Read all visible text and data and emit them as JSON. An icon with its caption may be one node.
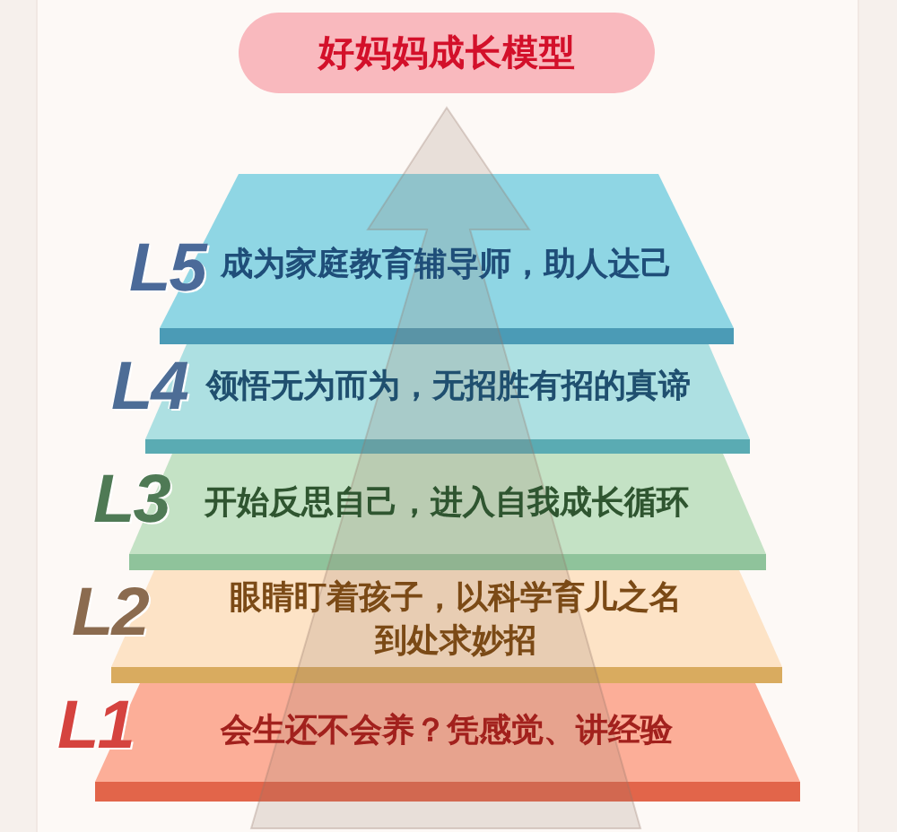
{
  "diagram": {
    "title": "好妈妈成长模型",
    "nodes": [
      {
        "text": [
          "L5",
          "成为家庭教育辅导师，助人达己"
        ]
      },
      {
        "text": [
          "L4",
          "领悟无为而为，无招胜有招的真谛"
        ]
      },
      {
        "text": [
          "L3",
          "开始反思自己，进入自我成长循环"
        ]
      },
      {
        "text": [
          "L2",
          "眼睛盯着孩子，以科学育儿之名到处求妙招"
        ]
      },
      {
        "text": [
          "L1",
          "会生还不会养？凭感觉、讲经验"
        ]
      }
    ]
  }
}
